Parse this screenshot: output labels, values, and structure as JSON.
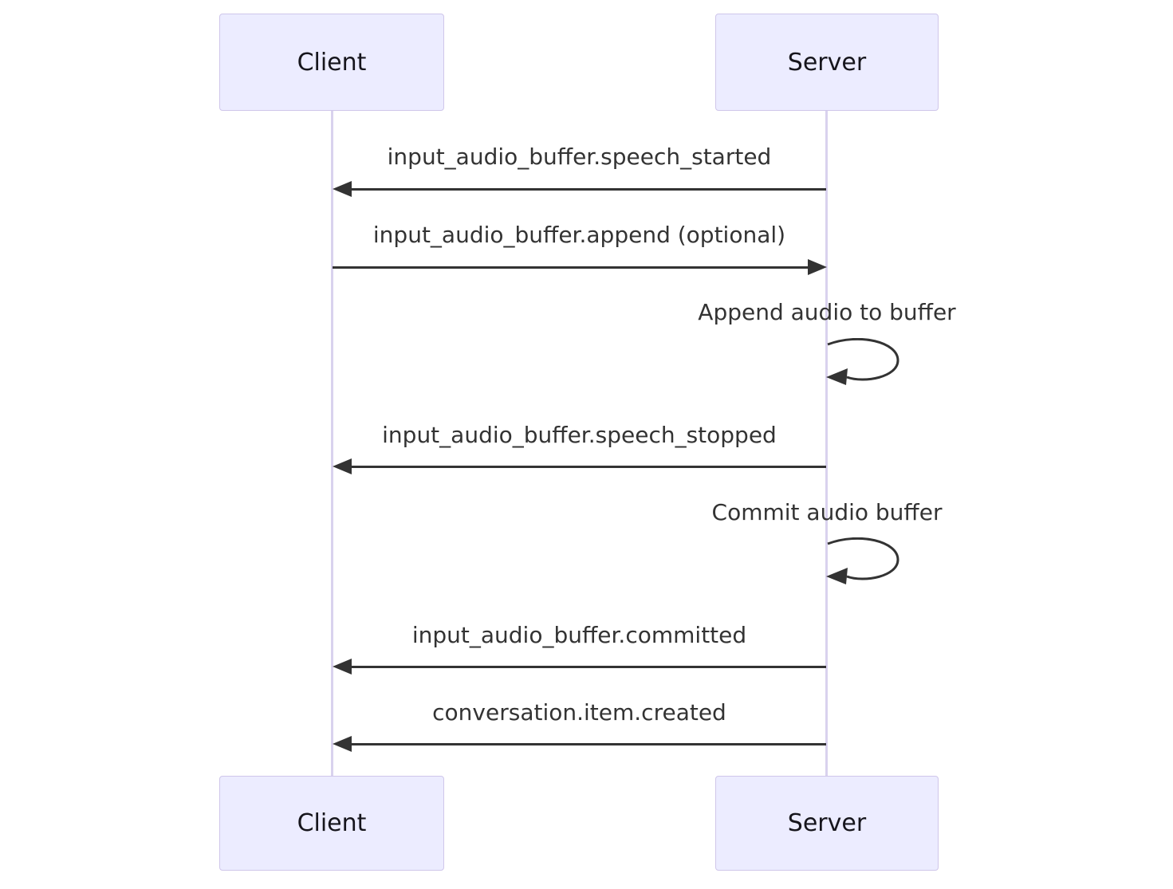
{
  "diagram": {
    "type": "sequence-diagram",
    "actors": [
      {
        "id": "client",
        "label": "Client"
      },
      {
        "id": "server",
        "label": "Server"
      }
    ],
    "messages": [
      {
        "index": 1,
        "label": "input_audio_buffer.speech_started",
        "from": "server",
        "to": "client",
        "style": "solid-arrow"
      },
      {
        "index": 2,
        "label": "input_audio_buffer.append (optional)",
        "from": "client",
        "to": "server",
        "style": "solid-arrow"
      },
      {
        "index": 3,
        "label": "Append audio to buffer",
        "from": "server",
        "to": "server",
        "style": "self-loop"
      },
      {
        "index": 4,
        "label": "input_audio_buffer.speech_stopped",
        "from": "server",
        "to": "client",
        "style": "solid-arrow"
      },
      {
        "index": 5,
        "label": "Commit audio buffer",
        "from": "server",
        "to": "server",
        "style": "self-loop"
      },
      {
        "index": 6,
        "label": "input_audio_buffer.committed",
        "from": "server",
        "to": "client",
        "style": "solid-arrow"
      },
      {
        "index": 7,
        "label": "conversation.item.created",
        "from": "server",
        "to": "client",
        "style": "solid-arrow"
      }
    ],
    "colors": {
      "actor_fill": "#ECECFF",
      "actor_border": "#CFC6EA",
      "lifeline": "#D9D2EE",
      "arrow": "#333333",
      "message_text": "#333333",
      "background": "#FFFFFF"
    }
  }
}
